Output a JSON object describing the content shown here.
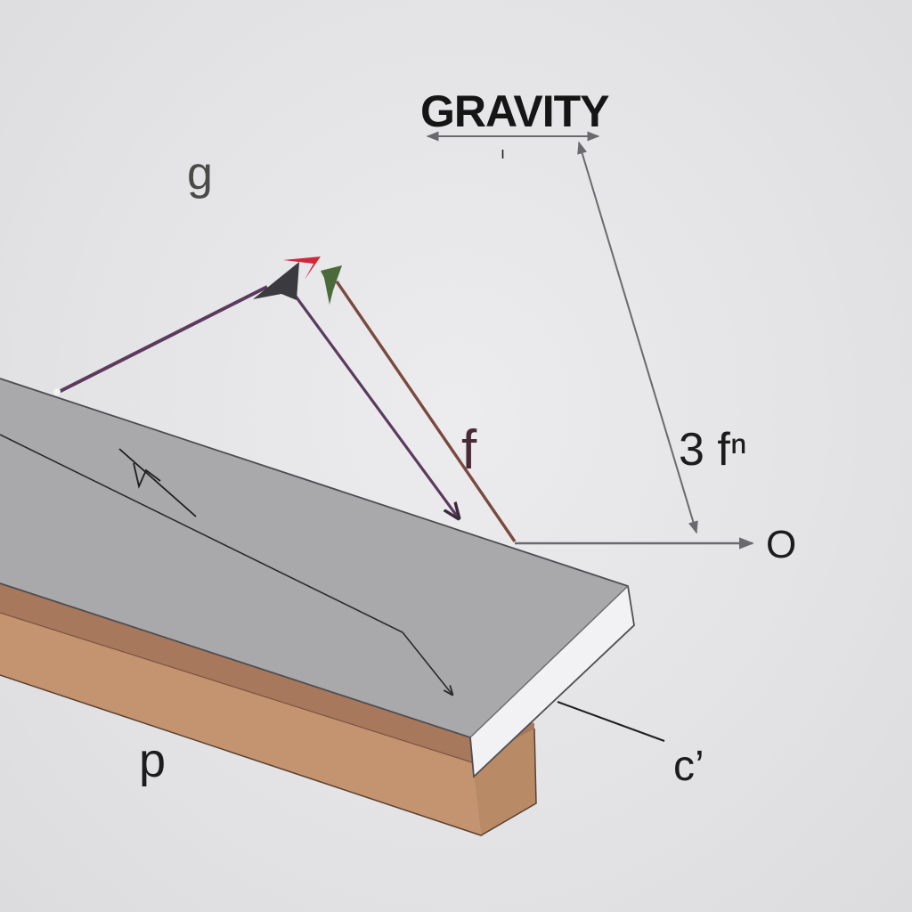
{
  "diagram": {
    "title": "GRAVITY",
    "title_tick": "ı",
    "labels": {
      "g": "g",
      "f": "f",
      "three_f": "3 fⁿ",
      "o": "O",
      "p": "p",
      "c": "c’"
    },
    "colors": {
      "background": "#e4e4e6",
      "plank_top": "#a9a9ab",
      "plank_edge": "#f2f2f4",
      "beam_top": "#a8785c",
      "beam_front": "#c49470",
      "arrow_purple": "#5b3a5e",
      "arrow_brown": "#7a4a3e",
      "arrow_red": "#d0283a",
      "arrow_green": "#4a6a3a",
      "line_gray": "#6a6a6e",
      "line_dark": "#2a2a2a"
    }
  }
}
